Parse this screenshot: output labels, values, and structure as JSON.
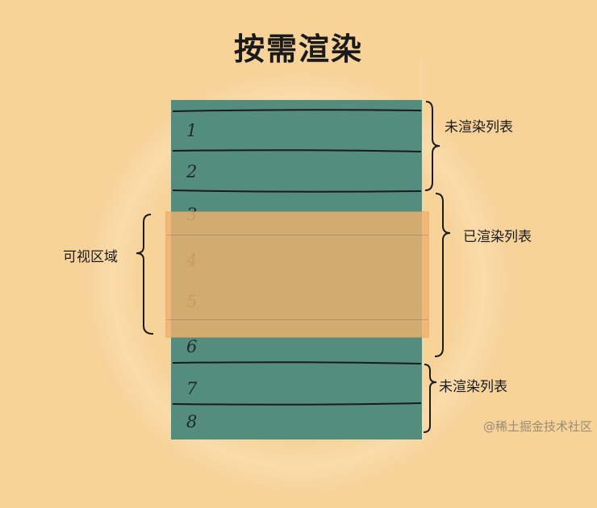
{
  "title": "按需渲染",
  "rows": [
    {
      "label": "1"
    },
    {
      "label": "2"
    },
    {
      "label": "3"
    },
    {
      "label": "4"
    },
    {
      "label": "5"
    },
    {
      "label": "6"
    },
    {
      "label": "7"
    },
    {
      "label": "8"
    }
  ],
  "labels": {
    "unrendered_top": "未渲染列表",
    "rendered": "已渲染列表",
    "unrendered_bottom": "未渲染列表",
    "viewport": "可视区域"
  },
  "watermark": "@稀土掘金技术社区",
  "colors": {
    "background": "#f7d39a",
    "list_item": "#548d7d",
    "viewport_overlay": "#eeb26e"
  }
}
